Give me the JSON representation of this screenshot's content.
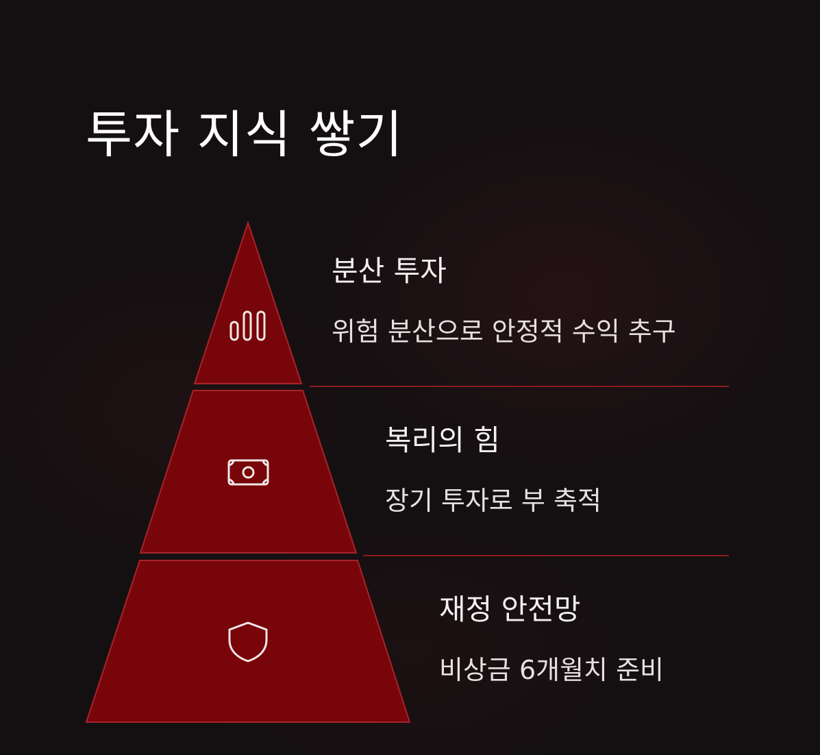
{
  "title": "투자 지식 쌓기",
  "colors": {
    "background": "#141012",
    "tier_fill": "#780509",
    "tier_stroke": "#a8242a",
    "divider": "#8a1c20",
    "icon": "#f2e6e6"
  },
  "tiers": [
    {
      "heading": "분산 투자",
      "description": "위험 분산으로 안정적 수익 추구",
      "icon": "bar-chart-icon"
    },
    {
      "heading": "복리의 힘",
      "description": "장기 투자로 부 축적",
      "icon": "banknote-icon"
    },
    {
      "heading": "재정 안전망",
      "description": "비상금 6개월치 준비",
      "icon": "shield-icon"
    }
  ]
}
